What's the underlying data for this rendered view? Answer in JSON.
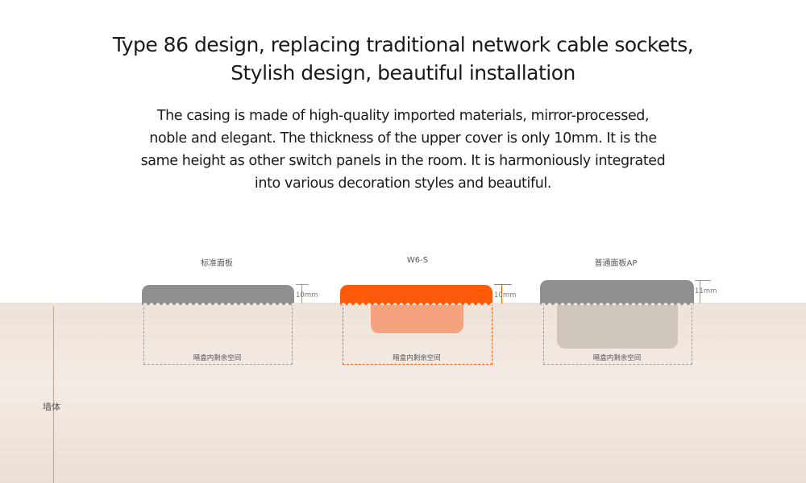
{
  "title": {
    "line1": "Type 86 design, replacing traditional network cable sockets,",
    "line2": "Stylish design, beautiful installation"
  },
  "description": {
    "line1": "The casing is made of high-quality imported materials, mirror-processed,",
    "line2": "noble and elegant. The thickness of the upper cover is only 10mm. It is the",
    "line3": "same height as other switch panels in the room. It is harmoniously integrated",
    "line4": "into various decoration styles and beautiful."
  },
  "wall_label": "墙体",
  "panels": [
    {
      "name": "标准面板",
      "thickness": "10mm",
      "remaining_space": "暗盒内剩余空间",
      "color": "#8f8f8f"
    },
    {
      "name": "W6-S",
      "thickness": "10mm",
      "remaining_space": "暗盒内剩余空间",
      "color": "#ff5a0a",
      "inner_color": "#f5a37e"
    },
    {
      "name": "普通面板AP",
      "thickness": "11mm",
      "remaining_space": "暗盒内剩余空间",
      "color": "#8f8f8f",
      "inner_color": "#cfc6bd"
    }
  ]
}
